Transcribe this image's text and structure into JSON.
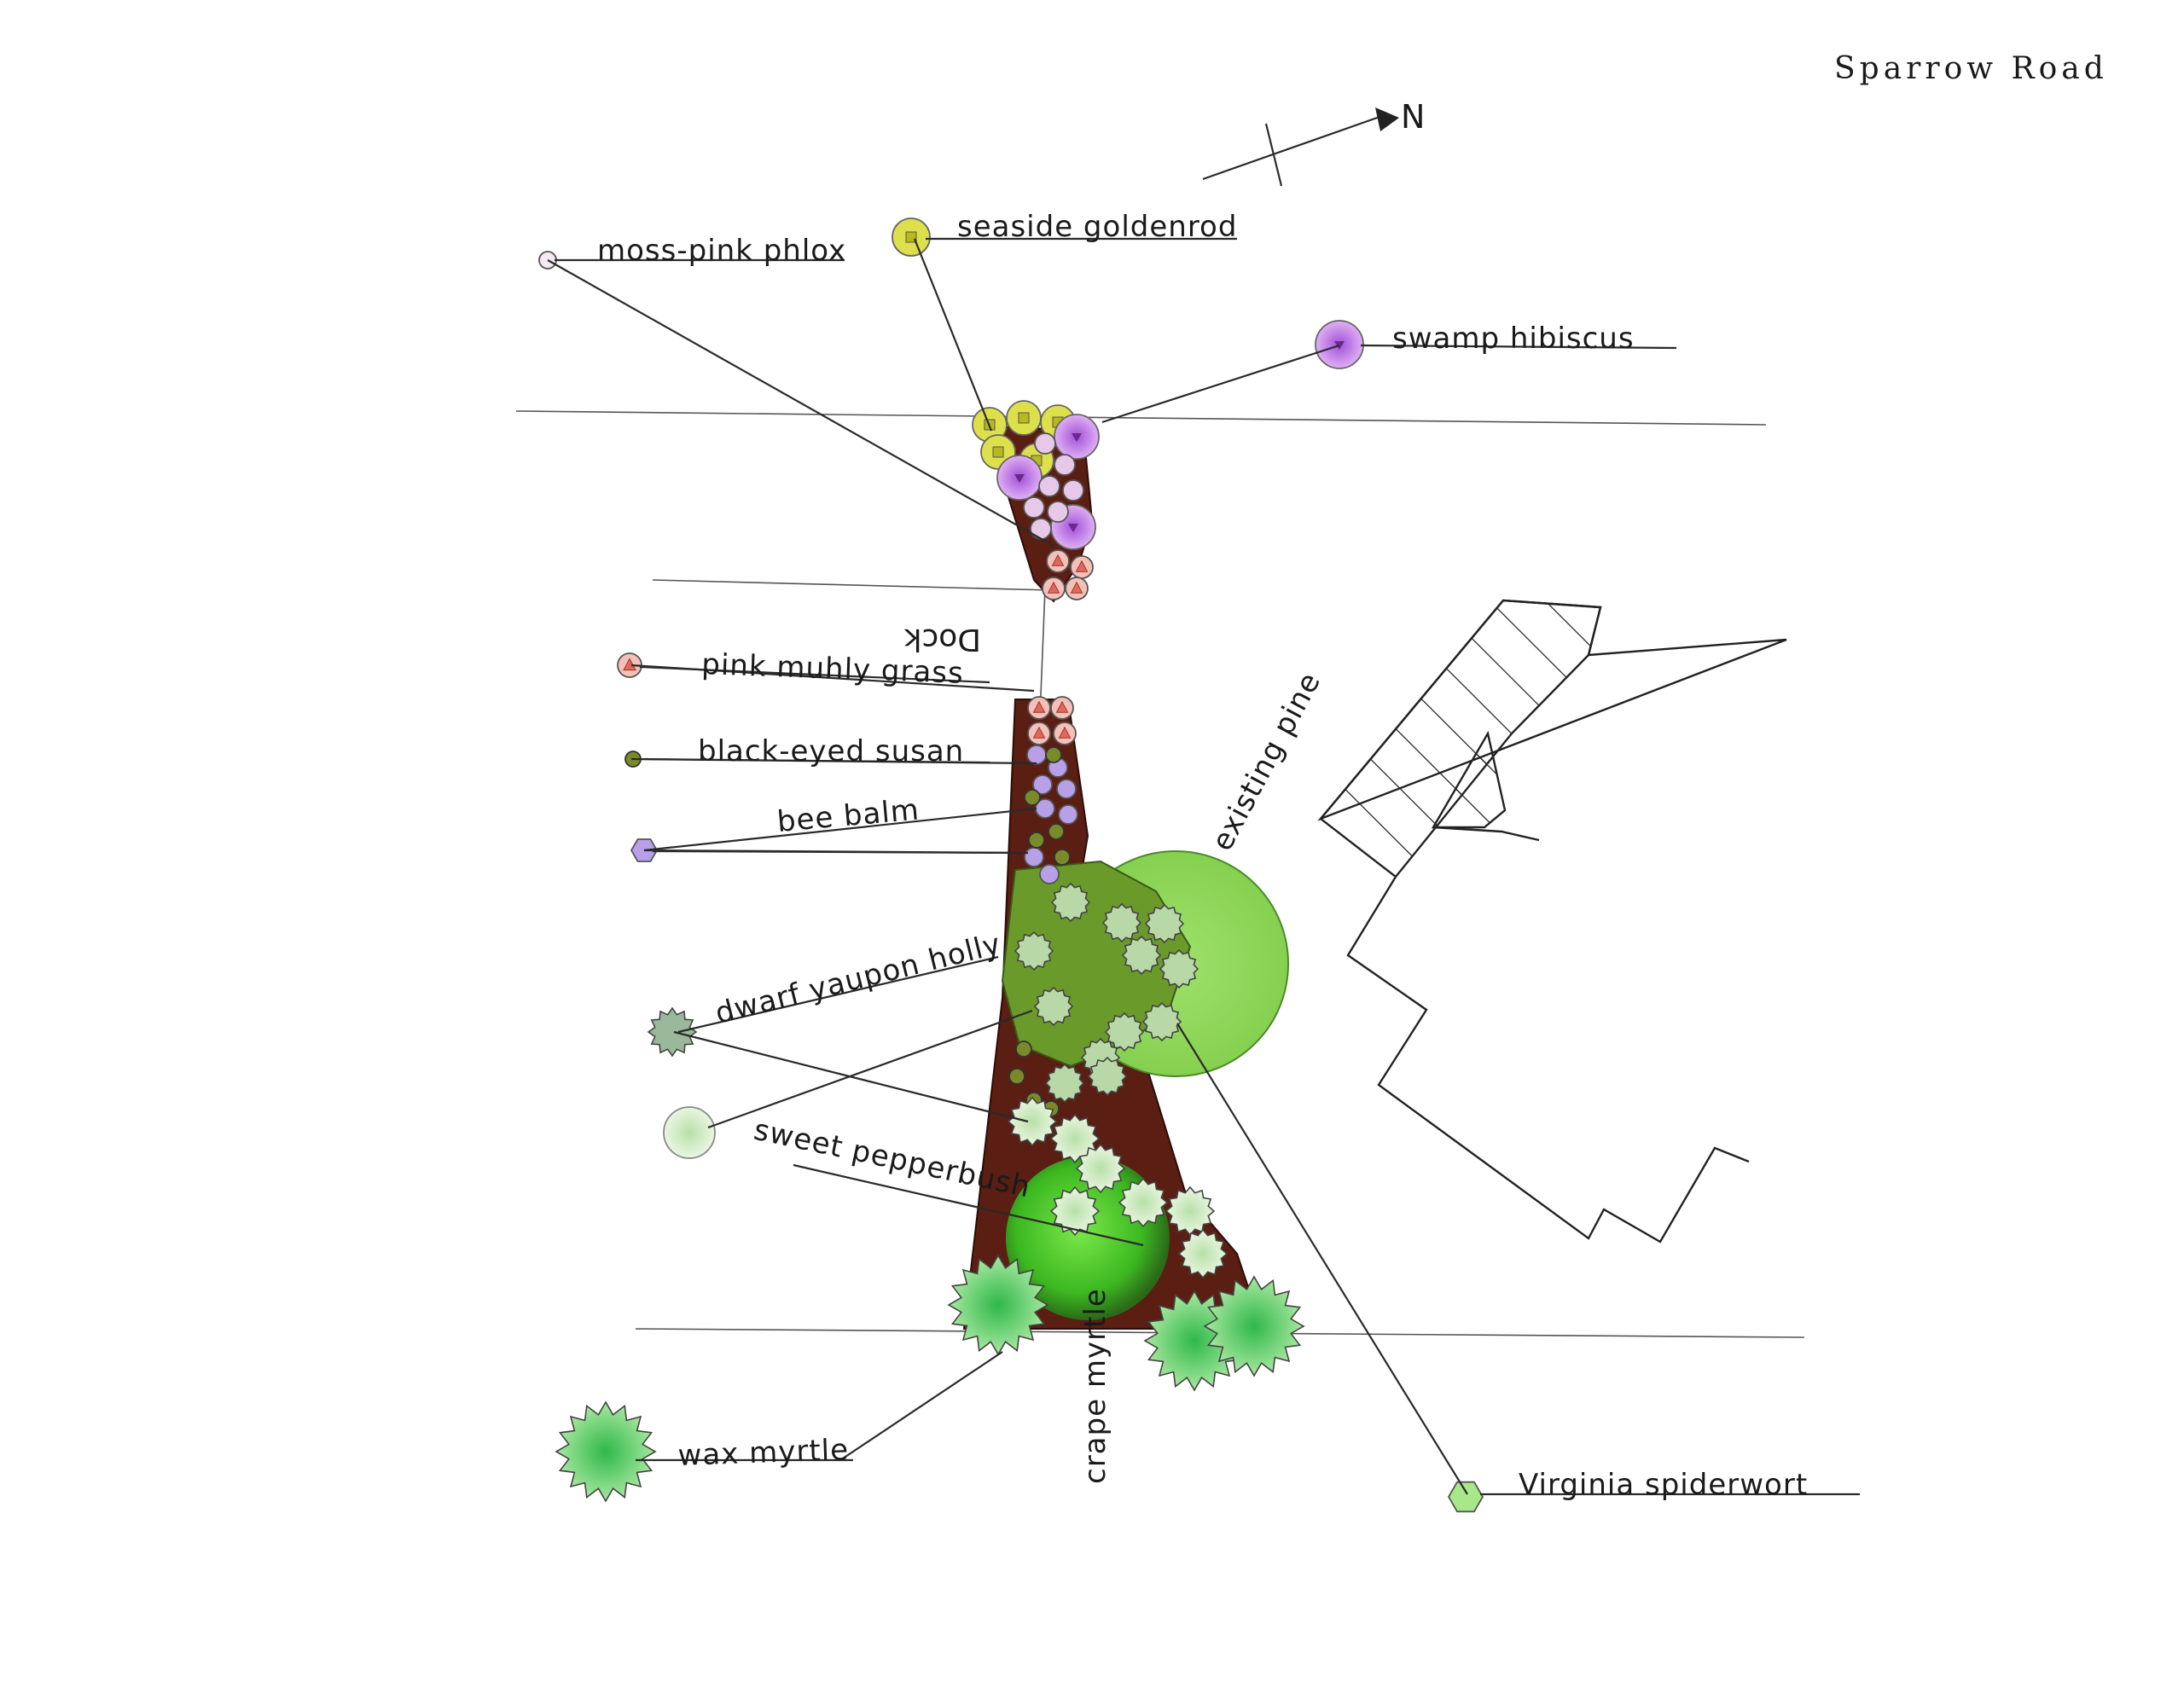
{
  "title": "Sparrow Road",
  "north_label": "N",
  "labels": {
    "moss_pink_phlox": "moss-pink phlox",
    "seaside_goldenrod": "seaside goldenrod",
    "swamp_hibiscus": "swamp hibiscus",
    "dock": "Dock",
    "pink_muhly_grass": "pink muhly grass",
    "black_eyed_susan": "black-eyed susan",
    "bee_balm": "bee balm",
    "existing_pine": "existing pine",
    "dwarf_yaupon_holly": "dwarf yaupon holly",
    "sweet_pepperbush": "sweet pepperbush",
    "wax_myrtle": "wax myrtle",
    "crape_myrtle": "crape myrtle",
    "virginia_spiderwort": "Virginia spiderwort"
  },
  "colors": {
    "bed_soil": "#5a1e12",
    "pine_canopy": "#8fd65a",
    "holly_green": "#6a9a2a",
    "crape_myrtle": "#4cc02a",
    "hibiscus": "#c070e0",
    "goldenrod": "#dde04a",
    "muhly": "#e06a5a",
    "phlox": "#e8c8e8",
    "bee_balm": "#b8a0e8",
    "susan": "#7a8a2a",
    "spiderwort": "#a8e88a",
    "pepperbush": "#c8e8b8",
    "wax_myrtle": "#3cbf4a"
  },
  "legend_symbols": [
    "phlox-symbol",
    "goldenrod-symbol",
    "hibiscus-symbol",
    "muhly-symbol",
    "susan-symbol",
    "bee-balm-symbol",
    "yaupon-symbol",
    "pepperbush-symbol",
    "wax-myrtle-symbol",
    "spiderwort-symbol"
  ]
}
